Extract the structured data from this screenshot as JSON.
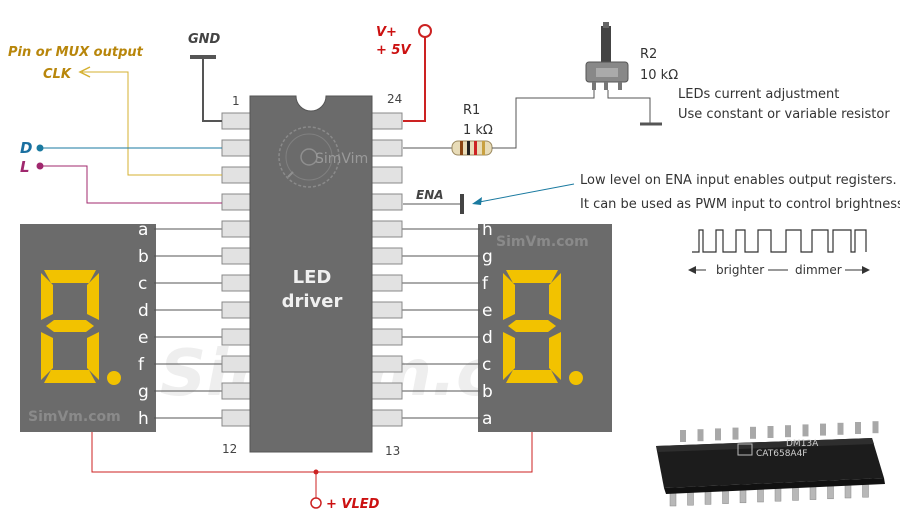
{
  "colors": {
    "chip": "#6b6b6b",
    "display_bg": "#6b6b6b",
    "segment": "#f2c200",
    "pin": "#e0e0e0",
    "wire": "#555555",
    "vplus_wire": "#cc2222",
    "d_wire": "#1a7aa0",
    "l_wire": "#a0286e",
    "clk_wire": "#d4b030",
    "ena_wire": "#1a7aa0",
    "label_orange": "#b8860b",
    "label_red": "#cc1111",
    "label_blue": "#1a6fa0",
    "label_purple": "#a0286e"
  },
  "labels": {
    "gnd": "GND",
    "vplus": "V+",
    "v5": "+ 5V",
    "pin_mux": "Pin or MUX output",
    "clk": "CLK",
    "d": "D",
    "l": "L",
    "ena": "ENA",
    "vled": "+ VLED",
    "pin1": "1",
    "pin12": "12",
    "pin13": "13",
    "pin24": "24"
  },
  "chip": {
    "line1": "LED",
    "line2": "driver",
    "logo": "SimVim"
  },
  "components": {
    "r1_name": "R1",
    "r1_value": "1 kΩ",
    "r2_name": "R2",
    "r2_value": "10 kΩ",
    "r2_note1": "LEDs current adjustment",
    "r2_note2": "Use constant or variable resistor"
  },
  "ena_note": {
    "line1": "Low level on ENA input enables output registers.",
    "line2": "It can be used as PWM input to control brightness"
  },
  "pwm": {
    "brighter": "brighter",
    "dimmer": "dimmer"
  },
  "left_segments": [
    "a",
    "b",
    "c",
    "d",
    "e",
    "f",
    "g",
    "h"
  ],
  "right_segments": [
    "h",
    "g",
    "f",
    "e",
    "d",
    "c",
    "b",
    "a"
  ],
  "watermarks": {
    "small": "SimVm.com",
    "big": "SimVim.com"
  },
  "photo": {
    "line1": "DM13A",
    "line2": "CAT658A4F"
  }
}
